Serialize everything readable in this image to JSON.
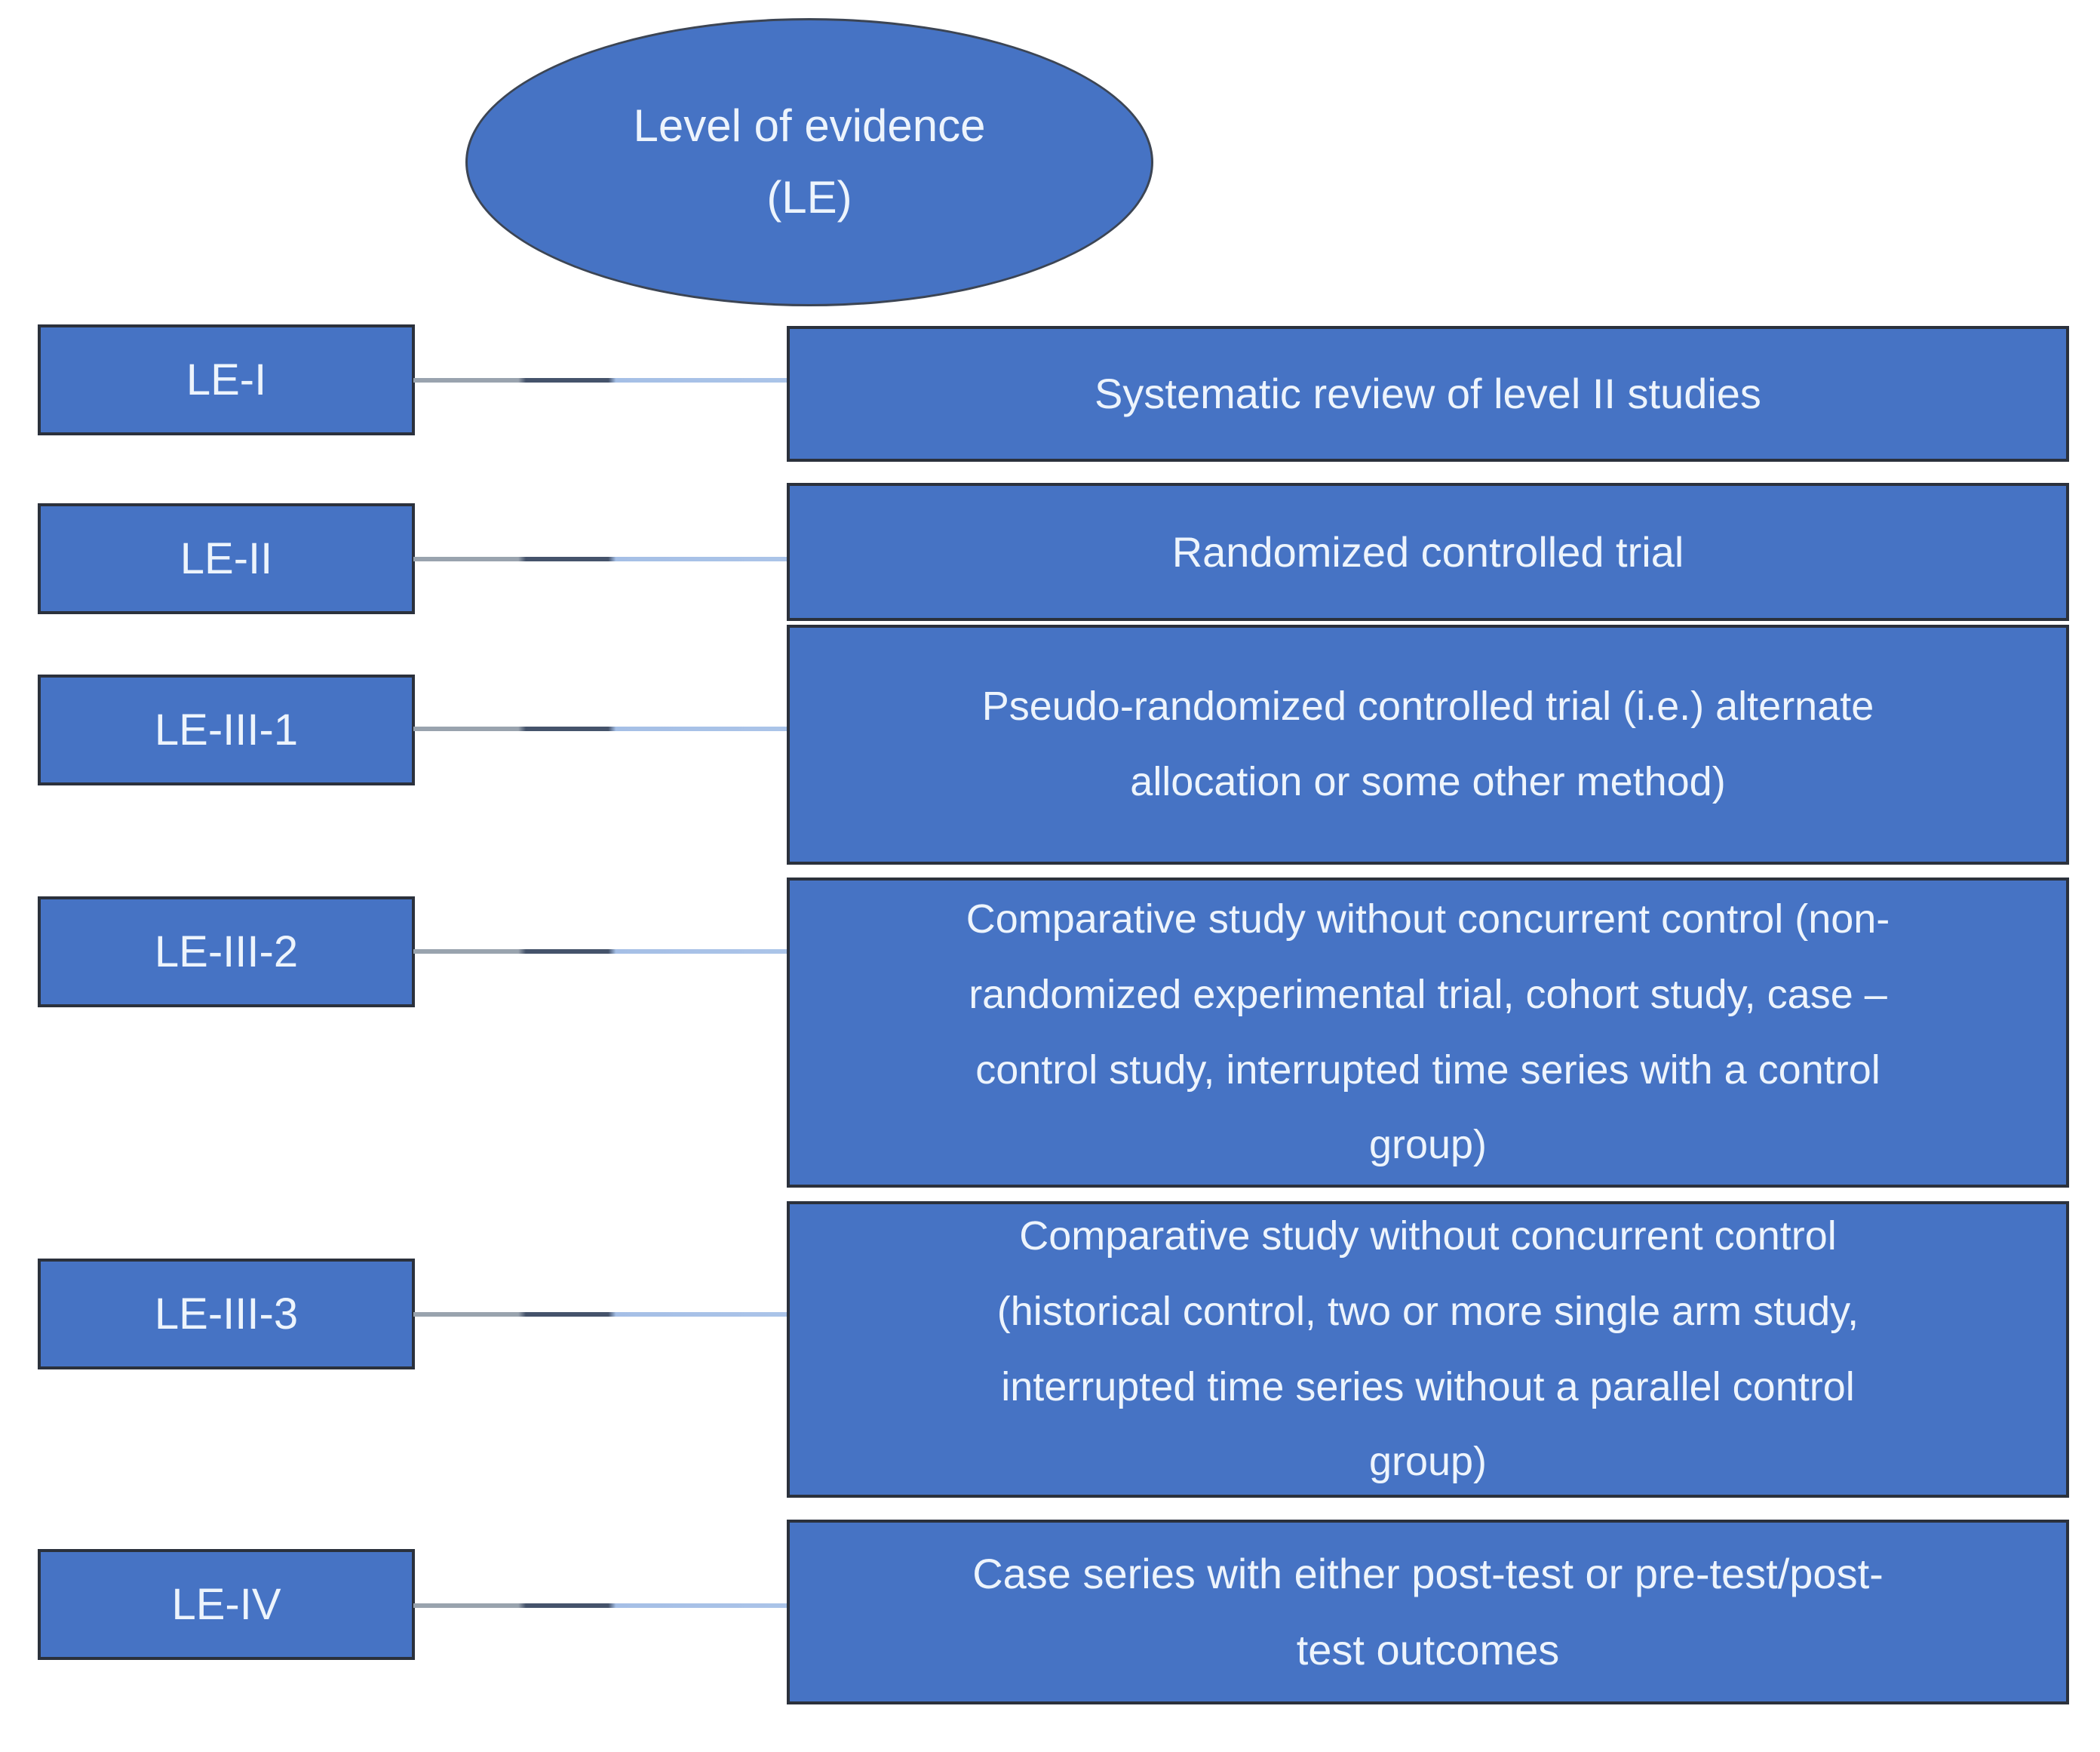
{
  "diagram": {
    "title_ellipse": "Level of evidence\n(LE)",
    "rows": [
      {
        "label": "LE-I",
        "description": "Systematic review of level II studies"
      },
      {
        "label": "LE-II",
        "description": "Randomized controlled trial"
      },
      {
        "label": "LE-III-1",
        "description": "Pseudo-randomized controlled trial (i.e.) alternate\nallocation or some other method)"
      },
      {
        "label": "LE-III-2",
        "description": "Comparative study without concurrent control (non-\nrandomized experimental trial, cohort study, case –\ncontrol study, interrupted time series with a control\ngroup)"
      },
      {
        "label": "LE-III-3",
        "description": "Comparative study without concurrent control\n(historical control, two or more single arm study,\ninterrupted time series without a parallel control\ngroup)"
      },
      {
        "label": "LE-IV",
        "description": "Case series with either post-test or pre-test/post-\ntest outcomes"
      }
    ],
    "colors": {
      "box_fill": "#4673c4",
      "box_border": "#2b313c",
      "text": "#edf4fc",
      "connector_gray": "#99a3ae",
      "connector_dark": "#45536b",
      "connector_light": "#abc4e8"
    }
  }
}
